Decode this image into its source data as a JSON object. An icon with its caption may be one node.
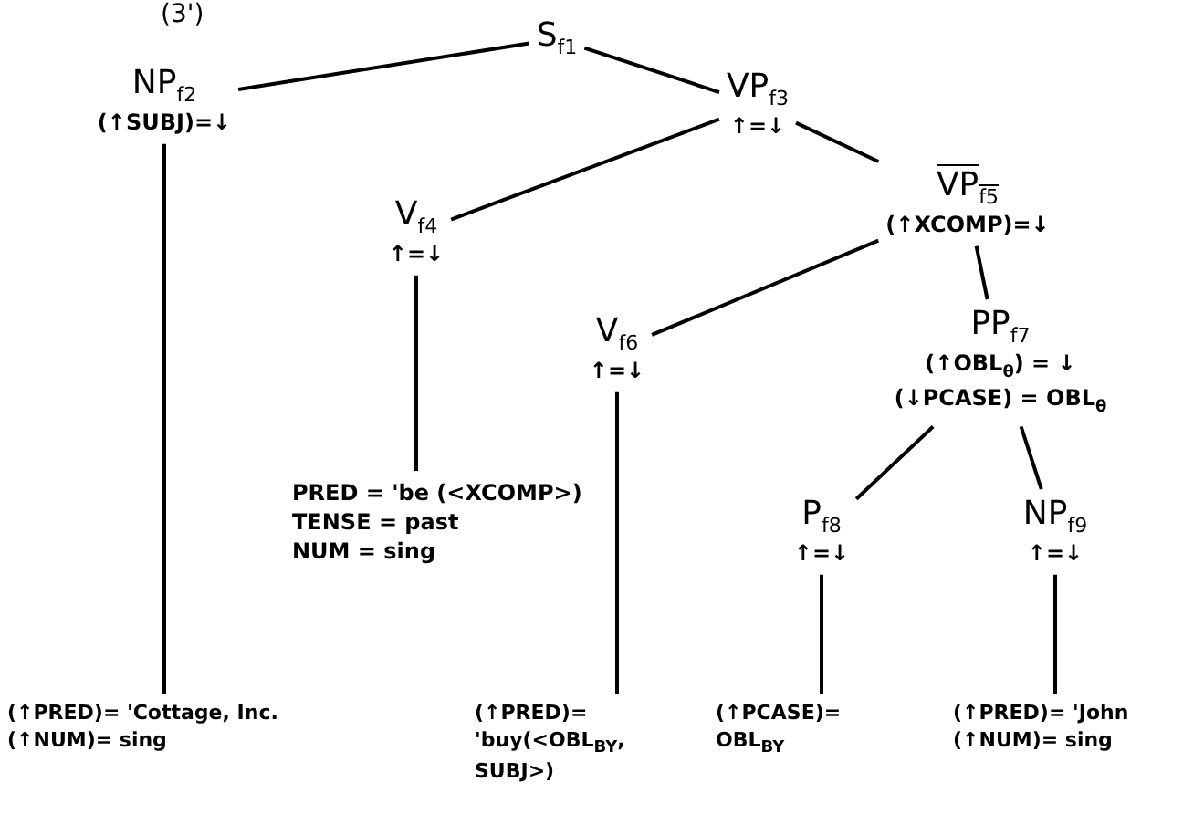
{
  "diagram": {
    "nodes": [
      {
        "text": [
          "S$_{f1}$"
        ]
      },
      {
        "text": [
          "NP$_{f2}$",
          "(↑SUBJ)=↓"
        ]
      },
      {
        "text": [
          "VP$_{f3}$",
          "↑=↓"
        ]
      },
      {
        "text": [
          "V$_{f4}$",
          "↑=↓"
        ]
      },
      {
        "text": [
          "VP$_{f5}$",
          "(↑XCOMP)=↓"
        ]
      },
      {
        "text": [
          "V$_{f6}$",
          "↑=↓"
        ]
      },
      {
        "text": [
          "PP$_{f7}$",
          "(↑OBL$_{θ}$) = ↓",
          "(↓PCASE) = OBL$_{θ}$"
        ]
      },
      {
        "text": [
          "PRED = 'be (<XCOMP>)",
          "TENSE = past",
          "NUM = sing"
        ]
      },
      {
        "text": [
          "P$_{f8}$",
          "↑=↓"
        ]
      },
      {
        "text": [
          "NP$_{f9}$",
          "↑=↓"
        ]
      },
      {
        "text": [
          "(↑PRED)= 'Cottage, Inc.",
          "(↑NUM)= sing"
        ]
      },
      {
        "text": [
          "(↑PRED)= 'buy(<OBL$_{BY}$, SUBJ>)"
        ]
      },
      {
        "text": [
          "(↑PCASE)= OBL$_{BY}$"
        ]
      },
      {
        "text": [
          "(↑PRED)= 'John",
          "(↑NUM)= sing"
        ]
      }
    ],
    "edges": [
      {
        "from": 0,
        "to": 1,
        "arrow": "none"
      },
      {
        "from": 0,
        "to": 2,
        "arrow": "none"
      },
      {
        "from": 2,
        "to": 3,
        "arrow": "none"
      },
      {
        "from": 2,
        "to": 4,
        "arrow": "none"
      },
      {
        "from": 4,
        "to": 5,
        "arrow": "none"
      },
      {
        "from": 4,
        "to": 6,
        "arrow": "none"
      },
      {
        "from": 6,
        "to": 8,
        "arrow": "none"
      },
      {
        "from": 6,
        "to": 9,
        "arrow": "none"
      },
      {
        "from": 1,
        "to": 10,
        "arrow": "none"
      },
      {
        "from": 3,
        "to": 7,
        "arrow": "none"
      },
      {
        "from": 5,
        "to": 11,
        "arrow": "none"
      },
      {
        "from": 8,
        "to": 12,
        "arrow": "none"
      },
      {
        "from": 9,
        "to": 13,
        "arrow": "none"
      }
    ],
    "labels": [
      "(3')"
    ]
  }
}
